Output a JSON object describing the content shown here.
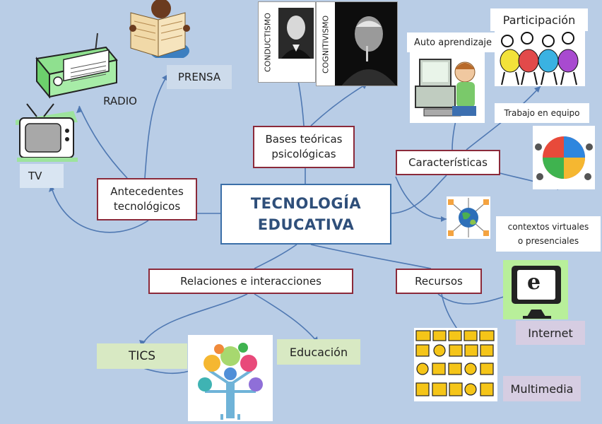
{
  "central": {
    "line1": "TECNOLOGÍA",
    "line2": "EDUCATIVA"
  },
  "nodes": {
    "antecedentes": {
      "line1": "Antecedentes",
      "line2": "tecnológicos"
    },
    "bases": {
      "line1": "Bases teóricas",
      "line2": "psicológicas"
    },
    "caracteristicas": "Características",
    "relaciones": "Relaciones e interacciones",
    "recursos": "Recursos"
  },
  "leaves": {
    "radio": "RADIO",
    "prensa": "PRENSA",
    "tv": "TV",
    "conductismo": "CONDUCTISMO",
    "cognitivismo": "COGNITIVISMO",
    "auto_aprendizaje": "Auto aprendizaje",
    "participacion": "Participación",
    "trabajo_equipo": "Trabajo en equipo",
    "contextos": {
      "line1": "contextos virtuales",
      "line2": "o presenciales"
    },
    "tics": "TICS",
    "educacion": "Educación",
    "internet": "Internet",
    "multimedia": "Multimedia",
    "internet_icon_letter": "e"
  },
  "colors": {
    "background": "#b9cde6",
    "link": "#4f78b2",
    "node_border": "#8b2a3a",
    "central_border": "#3b6fa8",
    "central_text": "#2f4f7a",
    "lavender": "#d6cde2",
    "green": "#d8e9c3"
  }
}
